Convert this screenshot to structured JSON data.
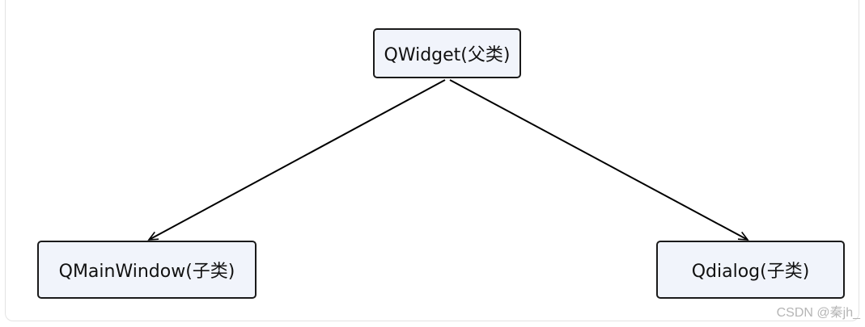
{
  "diagram": {
    "nodes": {
      "parent": {
        "label": "QWidget(父类)"
      },
      "left": {
        "label": "QMainWindow(子类)"
      },
      "right": {
        "label": "Qdialog(子类)"
      }
    },
    "edges": [
      {
        "from": "parent",
        "to": "left",
        "style": "arrow"
      },
      {
        "from": "parent",
        "to": "right",
        "style": "arrow"
      }
    ],
    "colors": {
      "node_fill": "#f1f4fb",
      "node_border": "#1a1a1a",
      "edge": "#000000"
    }
  },
  "watermark": "CSDN @秦jh_"
}
